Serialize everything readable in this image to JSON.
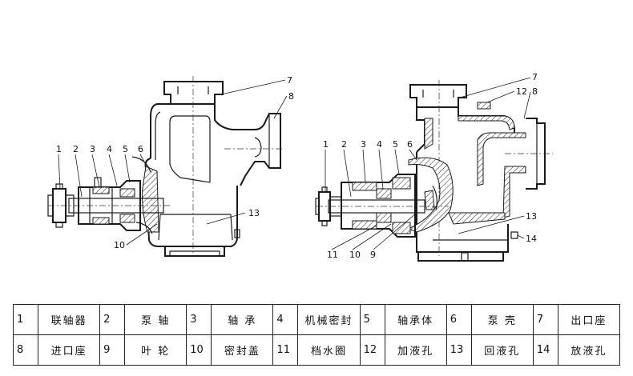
{
  "left_view": {
    "callouts": [
      "1",
      "2",
      "3",
      "4",
      "5",
      "6",
      "7",
      "8",
      "10",
      "13"
    ]
  },
  "right_view": {
    "callouts": [
      "1",
      "2",
      "3",
      "4",
      "5",
      "6",
      "7",
      "8",
      "9",
      "10",
      "11",
      "12",
      "13",
      "14"
    ]
  },
  "legend": {
    "rows": [
      [
        {
          "num": "1",
          "name": "联轴器"
        },
        {
          "num": "2",
          "name": "泵  轴"
        },
        {
          "num": "3",
          "name": "轴  承"
        },
        {
          "num": "4",
          "name": "机械密封"
        },
        {
          "num": "5",
          "name": "轴承体"
        },
        {
          "num": "6",
          "name": "泵  壳"
        },
        {
          "num": "7",
          "name": "出口座"
        }
      ],
      [
        {
          "num": "8",
          "name": "进口座"
        },
        {
          "num": "9",
          "name": "叶  轮"
        },
        {
          "num": "10",
          "name": "密封盖"
        },
        {
          "num": "11",
          "name": "档水圈"
        },
        {
          "num": "12",
          "name": "加液孔"
        },
        {
          "num": "13",
          "name": "回液孔"
        },
        {
          "num": "14",
          "name": "放液孔"
        }
      ]
    ]
  }
}
